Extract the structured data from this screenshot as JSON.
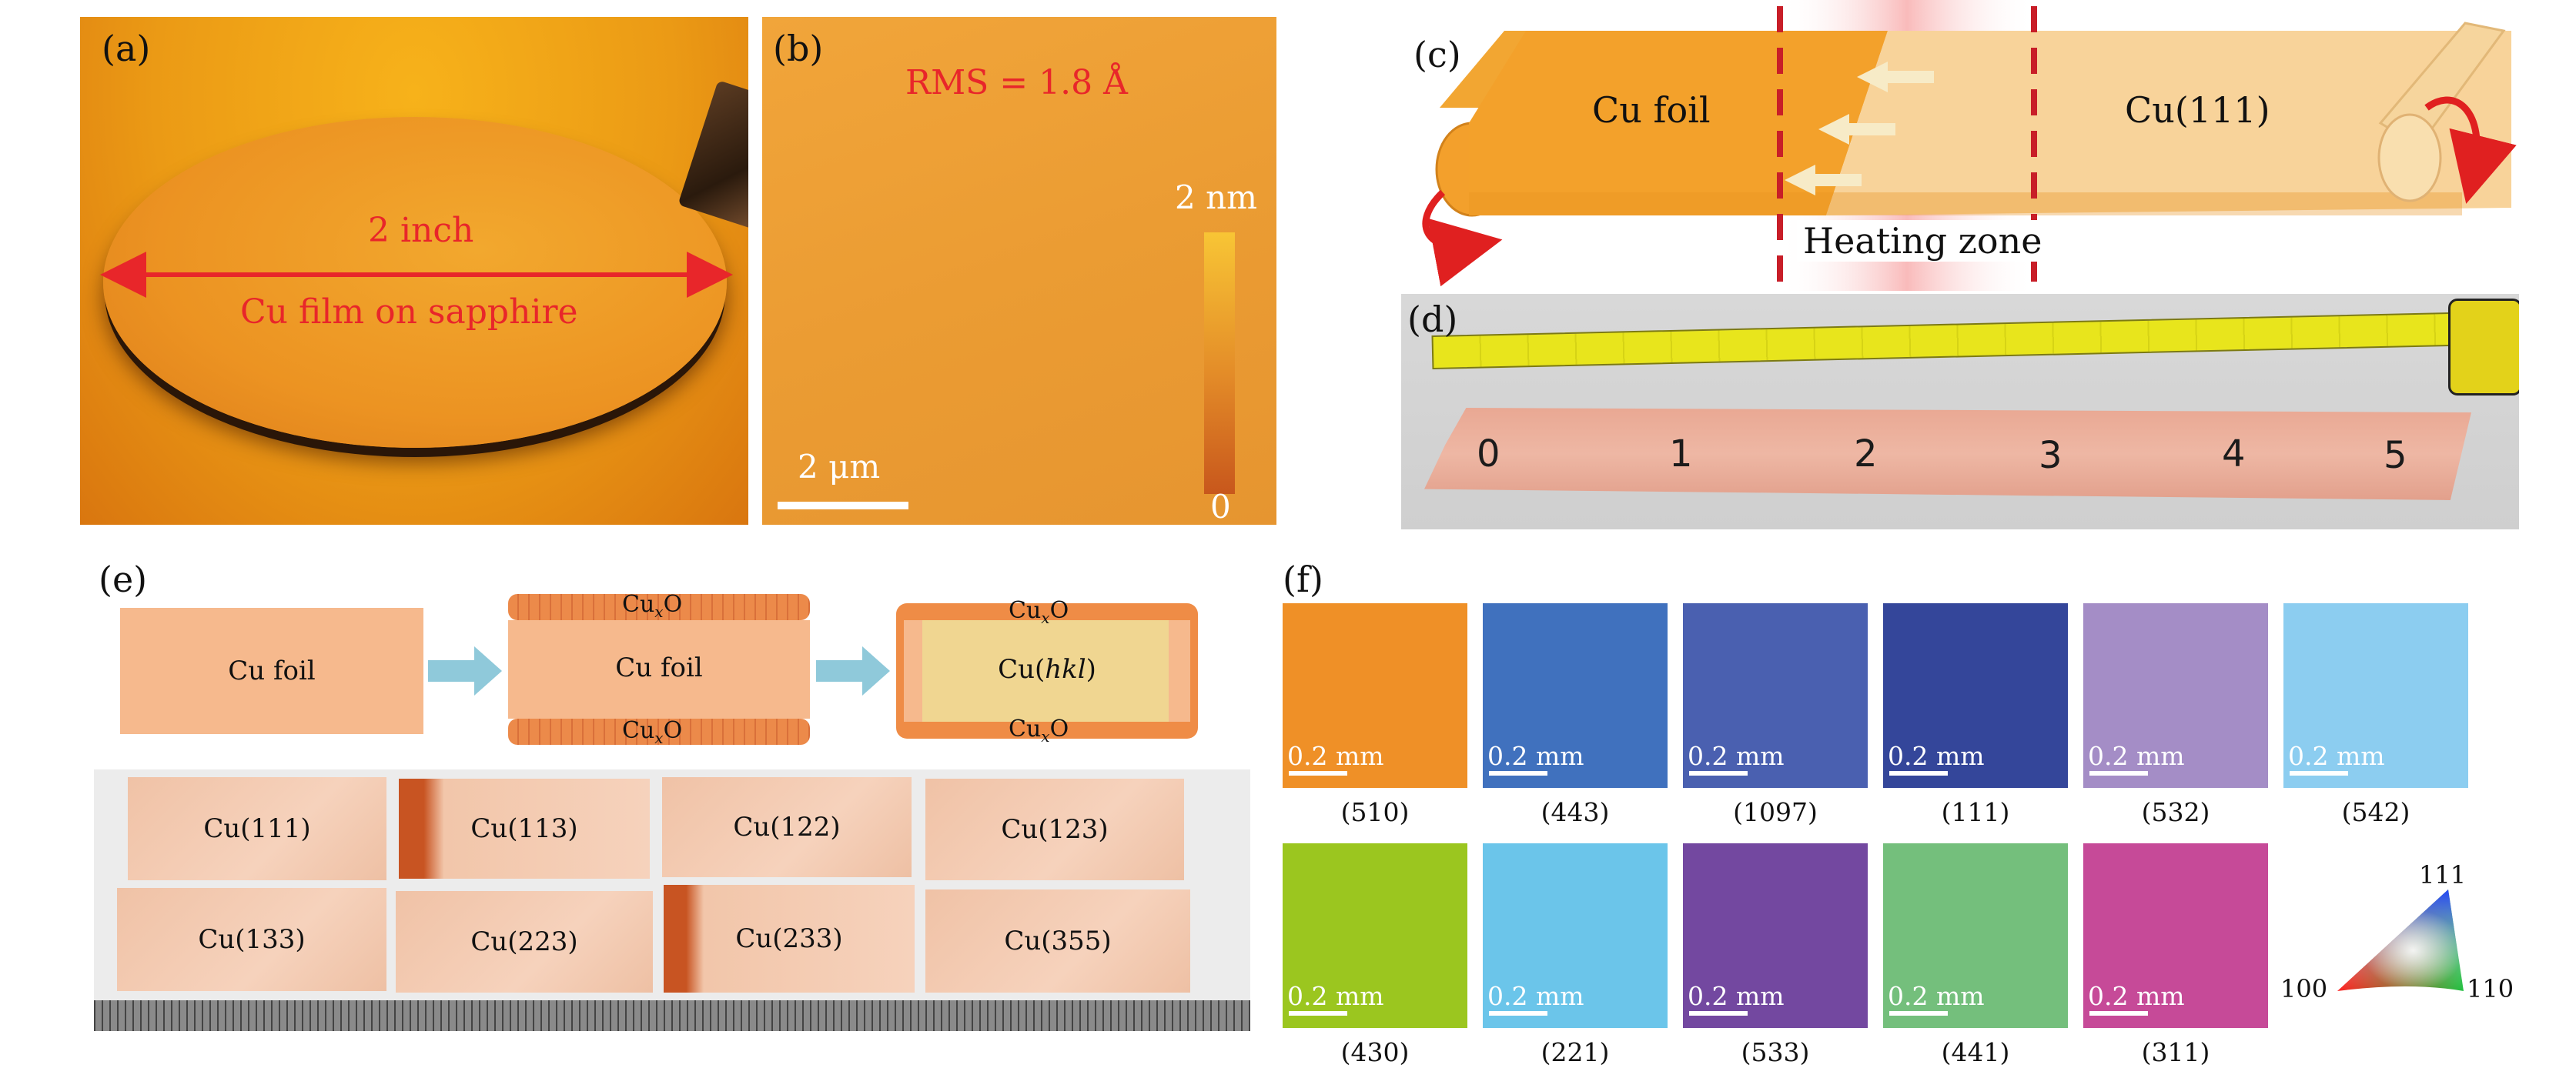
{
  "panel_a": {
    "label": "(a)",
    "dimension": "2 inch",
    "caption": "Cu film on sapphire"
  },
  "panel_b": {
    "label": "(b)",
    "rms": "RMS = 1.8 Å",
    "colorbar_max": "2 nm",
    "colorbar_min": "0",
    "scale": "2 μm"
  },
  "panel_c": {
    "label": "(c)",
    "left_text": "Cu foil",
    "right_text": "Cu(111)",
    "zone_text": "Heating zone"
  },
  "panel_d": {
    "label": "(d)",
    "numbers": [
      "0",
      "1",
      "2",
      "3",
      "4",
      "5"
    ]
  },
  "panel_e": {
    "label": "(e)",
    "box1": "Cu foil",
    "box2": "Cu foil",
    "box3_prefix": "Cu(",
    "box3_hkl": "hkl",
    "box3_suffix": ")",
    "oxide_base": "Cu",
    "oxide_sub": "x",
    "oxide_end": "O",
    "samples": [
      "Cu(111)",
      "Cu(113)",
      "Cu(122)",
      "Cu(123)",
      "Cu(133)",
      "Cu(223)",
      "Cu(233)",
      "Cu(355)"
    ]
  },
  "panel_f": {
    "label": "(f)",
    "scale": "0.2 mm",
    "tiles": [
      {
        "label": "(510)",
        "color": "#ef9027"
      },
      {
        "label": "(443)",
        "color": "#4071be"
      },
      {
        "label": "(1097)",
        "color": "#4a60b0"
      },
      {
        "label": "(111)",
        "color": "#34469a"
      },
      {
        "label": "(532)",
        "color": "#a48dc6"
      },
      {
        "label": "(542)",
        "color": "#8ccdf0"
      },
      {
        "label": "(430)",
        "color": "#9bc61f"
      },
      {
        "label": "(221)",
        "color": "#6bc5ea"
      },
      {
        "label": "(533)",
        "color": "#7348a0"
      },
      {
        "label": "(441)",
        "color": "#74bf7c"
      },
      {
        "label": "(311)",
        "color": "#c64a98"
      }
    ],
    "triangle": {
      "top": "111",
      "left": "100",
      "right": "110"
    }
  }
}
